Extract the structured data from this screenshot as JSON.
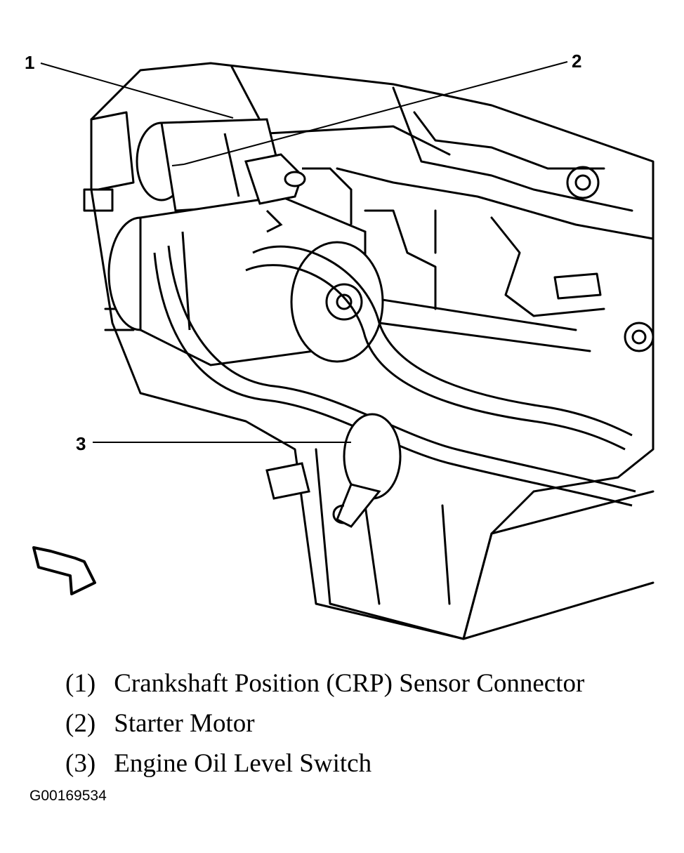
{
  "callouts": [
    {
      "num": "1"
    },
    {
      "num": "2"
    },
    {
      "num": "3"
    }
  ],
  "legend": [
    {
      "num": "(1)",
      "label": "Crankshaft Position (CRP) Sensor Connector"
    },
    {
      "num": "(2)",
      "label": "Starter Motor"
    },
    {
      "num": "(3)",
      "label": "Engine Oil Level Switch"
    }
  ],
  "figure_id": "G00169534"
}
